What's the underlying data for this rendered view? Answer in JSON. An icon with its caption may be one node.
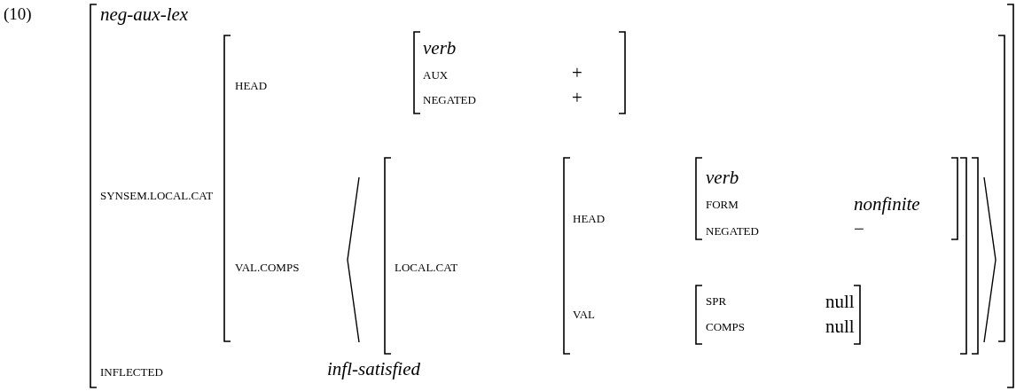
{
  "diagram": {
    "labels": [
      "(10)",
      "neg-aux-lex",
      "HEAD",
      "verb",
      "AUX",
      "+",
      "NEGATED",
      "+",
      "SYNSEM.LOCAL.CAT",
      "VAL.COMPS",
      "LOCAL.CAT",
      "HEAD",
      "verb",
      "FORM",
      "nonfinite",
      "NEGATED",
      "−",
      "VAL",
      "SPR",
      "null",
      "COMPS",
      "null",
      "INFLECTED",
      "infl-satisfied"
    ]
  }
}
